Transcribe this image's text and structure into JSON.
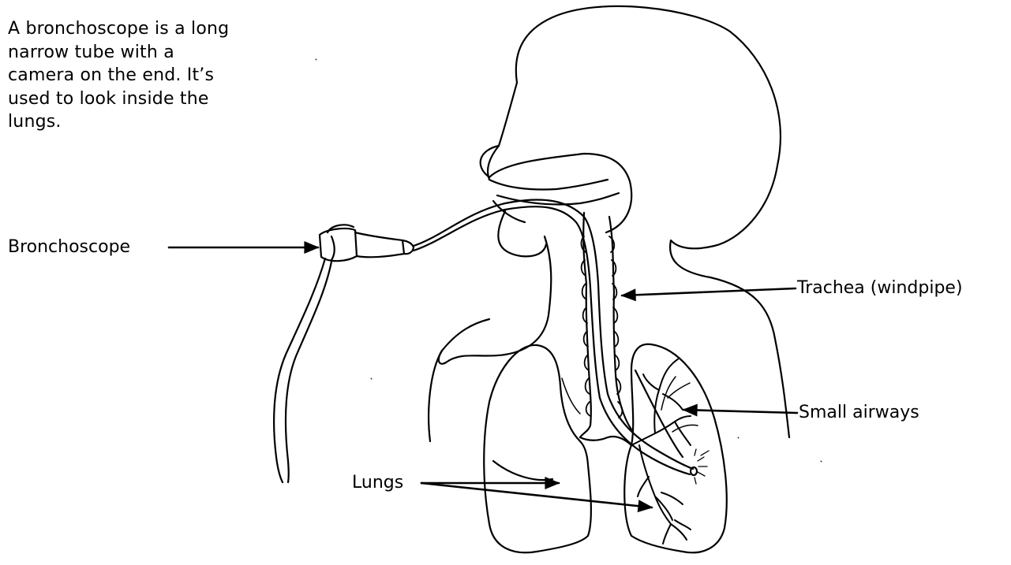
{
  "description_text": "A bronchoscope is a long narrow tube with a camera on the end. It’s used to look inside the lungs.",
  "labels": {
    "bronchoscope": "Bronchoscope",
    "trachea": "Trachea (windpipe)",
    "small_airways": "Small airways",
    "lungs": "Lungs"
  },
  "colors": {
    "ink": "#000000",
    "background": "#ffffff"
  }
}
